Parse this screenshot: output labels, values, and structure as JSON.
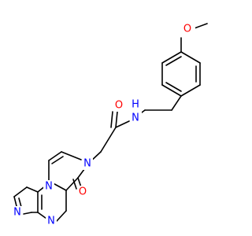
{
  "colors": {
    "background": "#ffffff",
    "bond": "#000000",
    "nitrogen": "#0000ff",
    "oxygen": "#ff0000"
  },
  "atom_labels": {
    "methoxy_o": "O",
    "amide_n": "N",
    "amide_h": "H",
    "amide_o": "O",
    "pyridone_n": "N",
    "ketone_o": "O",
    "bridge_n": "N",
    "imidazole_n": "N",
    "pyrimidine_n": "N"
  }
}
